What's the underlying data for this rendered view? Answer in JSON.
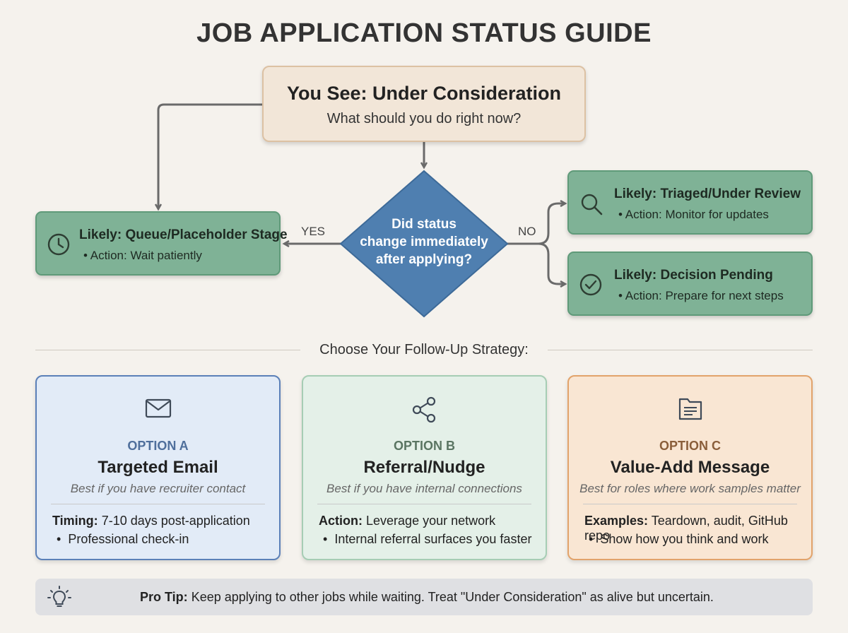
{
  "title": "JOB APPLICATION STATUS GUIDE",
  "start": {
    "title": "You See: Under Consideration",
    "subtitle": "What should you do right now?"
  },
  "decision": {
    "line1": "Did status",
    "line2": "change immediately",
    "line3": "after applying?",
    "yes_label": "YES",
    "no_label": "NO"
  },
  "outcomes": {
    "queue": {
      "title": "Likely: Queue/Placeholder Stage",
      "action": "Action: Wait patiently",
      "icon": "clock-icon"
    },
    "triaged": {
      "title": "Likely: Triaged/Under Review",
      "action": "Action: Monitor for updates",
      "icon": "magnifier-icon"
    },
    "pending": {
      "title": "Likely: Decision Pending",
      "action": "Action: Prepare for next steps",
      "icon": "check-circle-icon"
    }
  },
  "divider_text": "Choose Your Follow-Up Strategy:",
  "options": [
    {
      "option": "OPTION A",
      "heading": "Targeted Email",
      "desc": "Best if you have recruiter contact",
      "label": "Timing:",
      "value": "7-10 days post-application",
      "bullet": "Professional check-in",
      "icon": "envelope-icon"
    },
    {
      "option": "OPTION B",
      "heading": "Referral/Nudge",
      "desc": "Best if you have internal connections",
      "label": "Action:",
      "value": "Leverage your network",
      "bullet": "Internal referral surfaces you faster",
      "icon": "share-icon"
    },
    {
      "option": "OPTION C",
      "heading": "Value-Add Message",
      "desc": "Best for roles where work samples matter",
      "label": "Examples:",
      "value": "Teardown, audit, GitHub repo",
      "bullet": "Show how you think and work",
      "icon": "document-icon"
    }
  ],
  "tip": {
    "label": "Pro Tip:",
    "text": "Keep applying to other jobs while waiting. Treat \"Under Consideration\" as alive but uncertain.",
    "icon": "lightbulb-icon"
  },
  "bullet_char": "•",
  "colors": {
    "decision": "#4f7fb0",
    "outcome": "#7fb296",
    "option_a_border": "#5b80b8",
    "option_b_border": "#a6cdb4",
    "option_c_border": "#e2a36b"
  }
}
